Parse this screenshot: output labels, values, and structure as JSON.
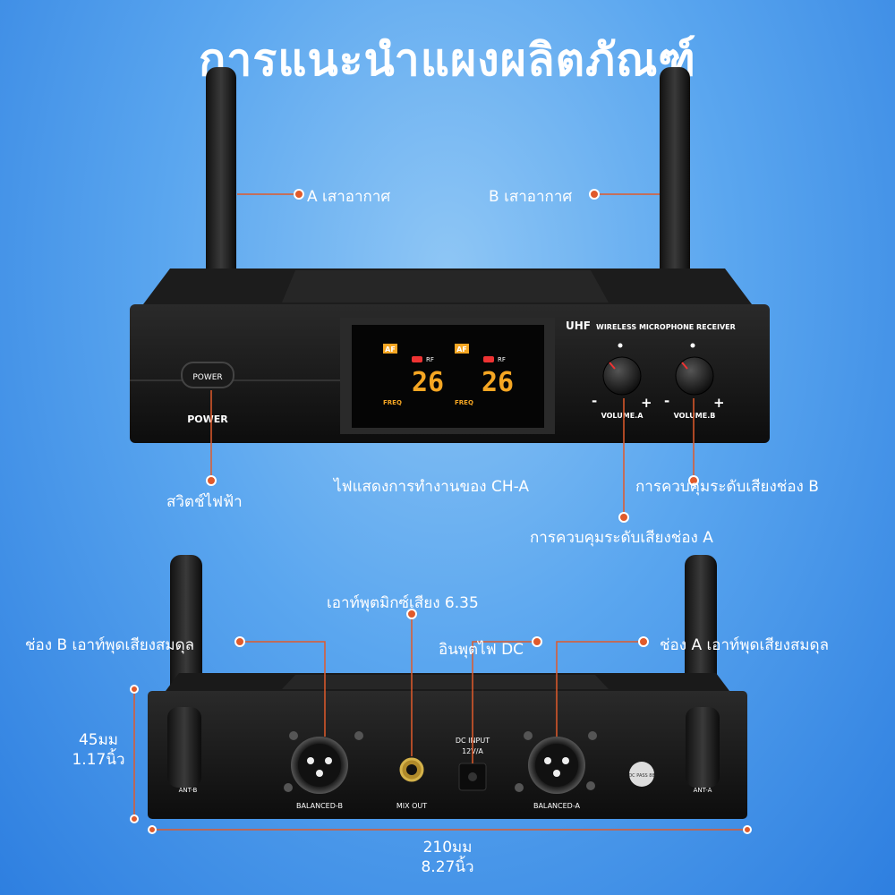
{
  "title": "การแนะนำแผงผลิตภัณฑ์",
  "front_panel": {
    "model_label": "UHF",
    "model_sub": "WIRELESS MICROPHONE RECEIVER",
    "power_button": "POWER",
    "power_label": "POWER",
    "display": {
      "af_a": "AF",
      "af_b": "AF",
      "rf_a": "RF",
      "rf_b": "RF",
      "freq_a": "26",
      "freq_b": "26",
      "freq_label_a": "FREQ",
      "freq_label_b": "FREQ"
    },
    "volume_a": "VOLUME.A",
    "volume_b": "VOLUME.B",
    "minus": "-",
    "plus": "+"
  },
  "callouts": {
    "antenna_a": "A เสาอากาศ",
    "antenna_b": "B เสาอากาศ",
    "power_switch": "สวิตช์ไฟฟ้า",
    "ch_a_indicator": "ไฟแสดงการทำงานของ CH-A",
    "volume_b_control": "การควบคุมระดับเสียงช่อง B",
    "volume_a_control": "การควบคุมระดับเสียงช่อง A",
    "mix_out": "เอาท์พุตมิกซ์เสียง 6.35",
    "ch_b_balanced": "ช่อง B เอาท์พุดเสียงสมดุล",
    "dc_input": "อินพุตไฟ DC",
    "ch_a_balanced": "ช่อง A เอาท์พุดเสียงสมดุล"
  },
  "dimensions": {
    "height_mm": "45มม",
    "height_in": "1.17นิ้ว",
    "width_mm": "210มม",
    "width_in": "8.27นิ้ว"
  },
  "back_panel": {
    "dc_label": "DC INPUT",
    "dc_spec": "12V/A",
    "mix_label": "MIX OUT",
    "bal_b": "BALANCED-B",
    "bal_a": "BALANCED-A",
    "dc_pass": "DC PASS 88",
    "ant_a": "ANT-A",
    "ant_b": "ANT-B"
  },
  "colors": {
    "accent": "#e05a2b",
    "display_digits": "#f5a623",
    "background": "#4a98ec"
  }
}
